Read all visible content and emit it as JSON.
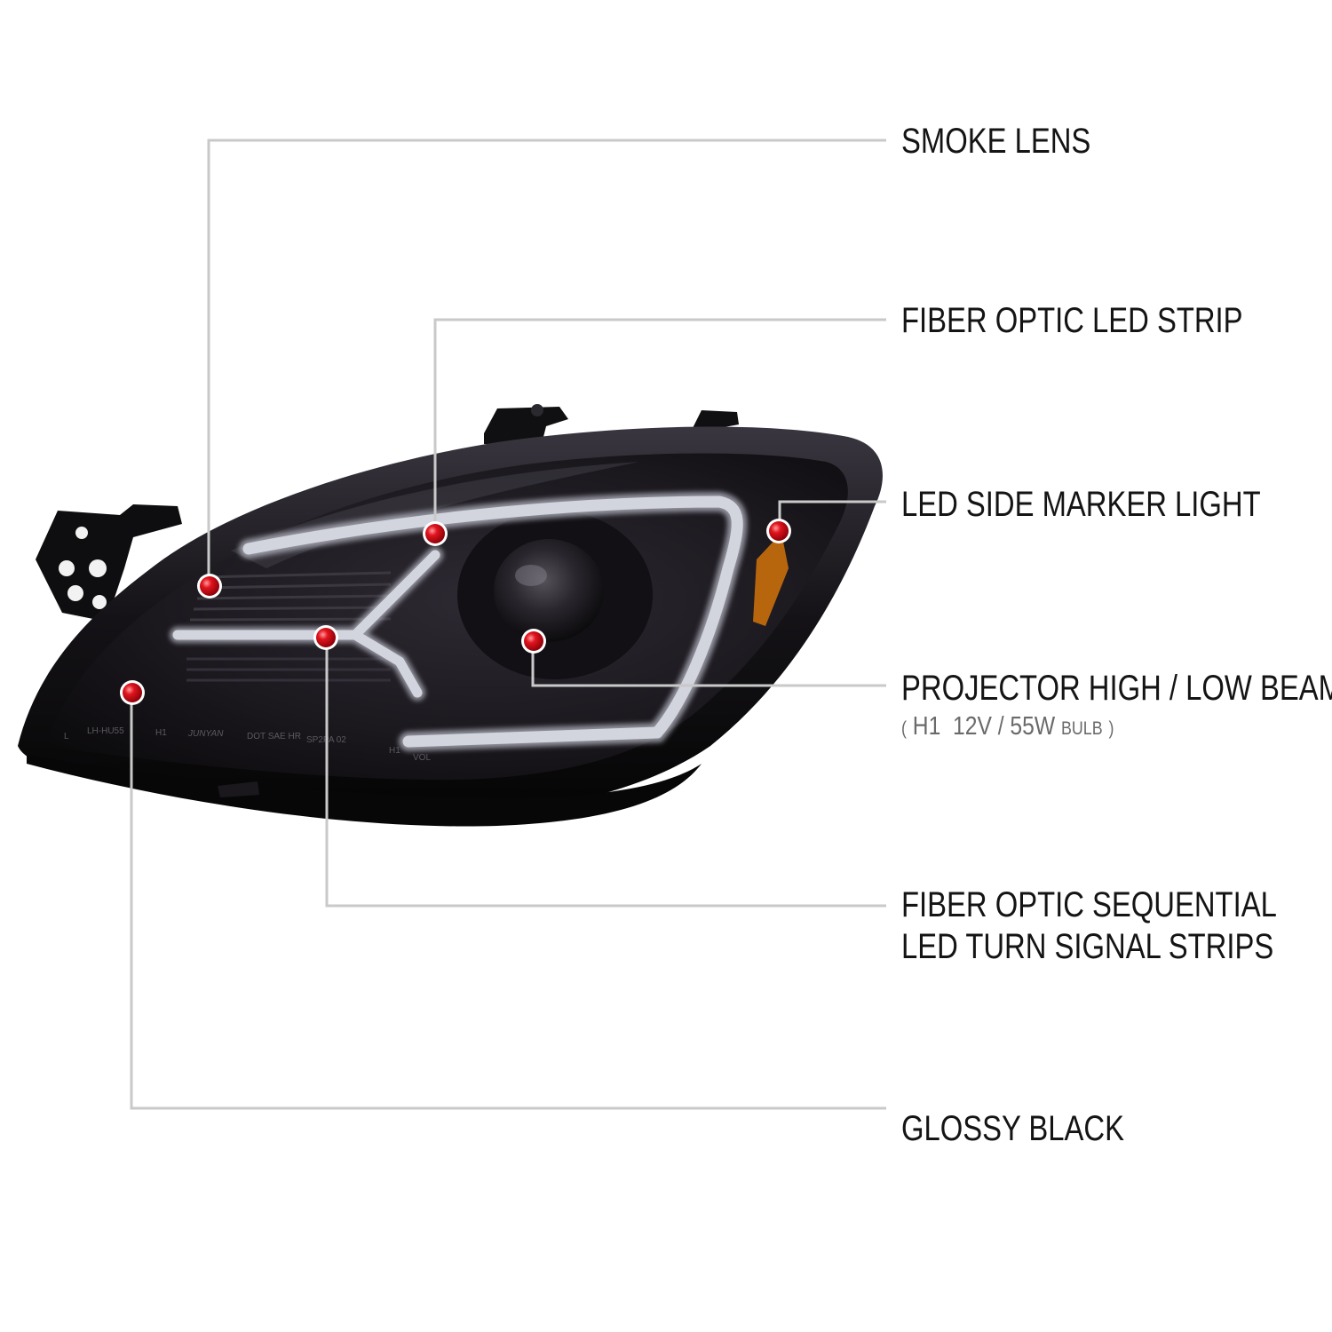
{
  "callouts": [
    {
      "id": "smoke-lens",
      "lines": [
        "SMOKE LENS"
      ]
    },
    {
      "id": "fiber-optic-led-strip",
      "lines": [
        "FIBER OPTIC LED STRIP"
      ]
    },
    {
      "id": "led-side-marker-light",
      "lines": [
        "LED SIDE MARKER LIGHT"
      ]
    },
    {
      "id": "projector-beam",
      "lines": [
        "PROJECTOR HIGH / LOW BEAM"
      ]
    },
    {
      "id": "sequential-turn-signal",
      "lines": [
        "FIBER OPTIC SEQUENTIAL",
        "LED TURN SIGNAL STRIPS"
      ]
    },
    {
      "id": "glossy-black",
      "lines": [
        "GLOSSY BLACK"
      ]
    }
  ],
  "bulb_spec": {
    "open": "(",
    "bulb_type": "H1",
    "voltage_wattage": "12V / 55W",
    "word": "BULB",
    "close": ")"
  },
  "lens_markings": {
    "side": "L",
    "part": "LH-HU55",
    "bulb": "H1",
    "brand": "JUNYAN",
    "dot": "DOT SAE HR",
    "code": "SP2PA 02",
    "bulb_repeat": "H1",
    "vol": "VOL"
  },
  "colors": {
    "callout_line": "#c9c9c9",
    "marker_dot": "#e0141e",
    "label_text": "#141414",
    "spec_text": "#6a6a6a",
    "housing": "#18161b",
    "led_strip": "#d2d4de",
    "amber": "#b8660e"
  }
}
